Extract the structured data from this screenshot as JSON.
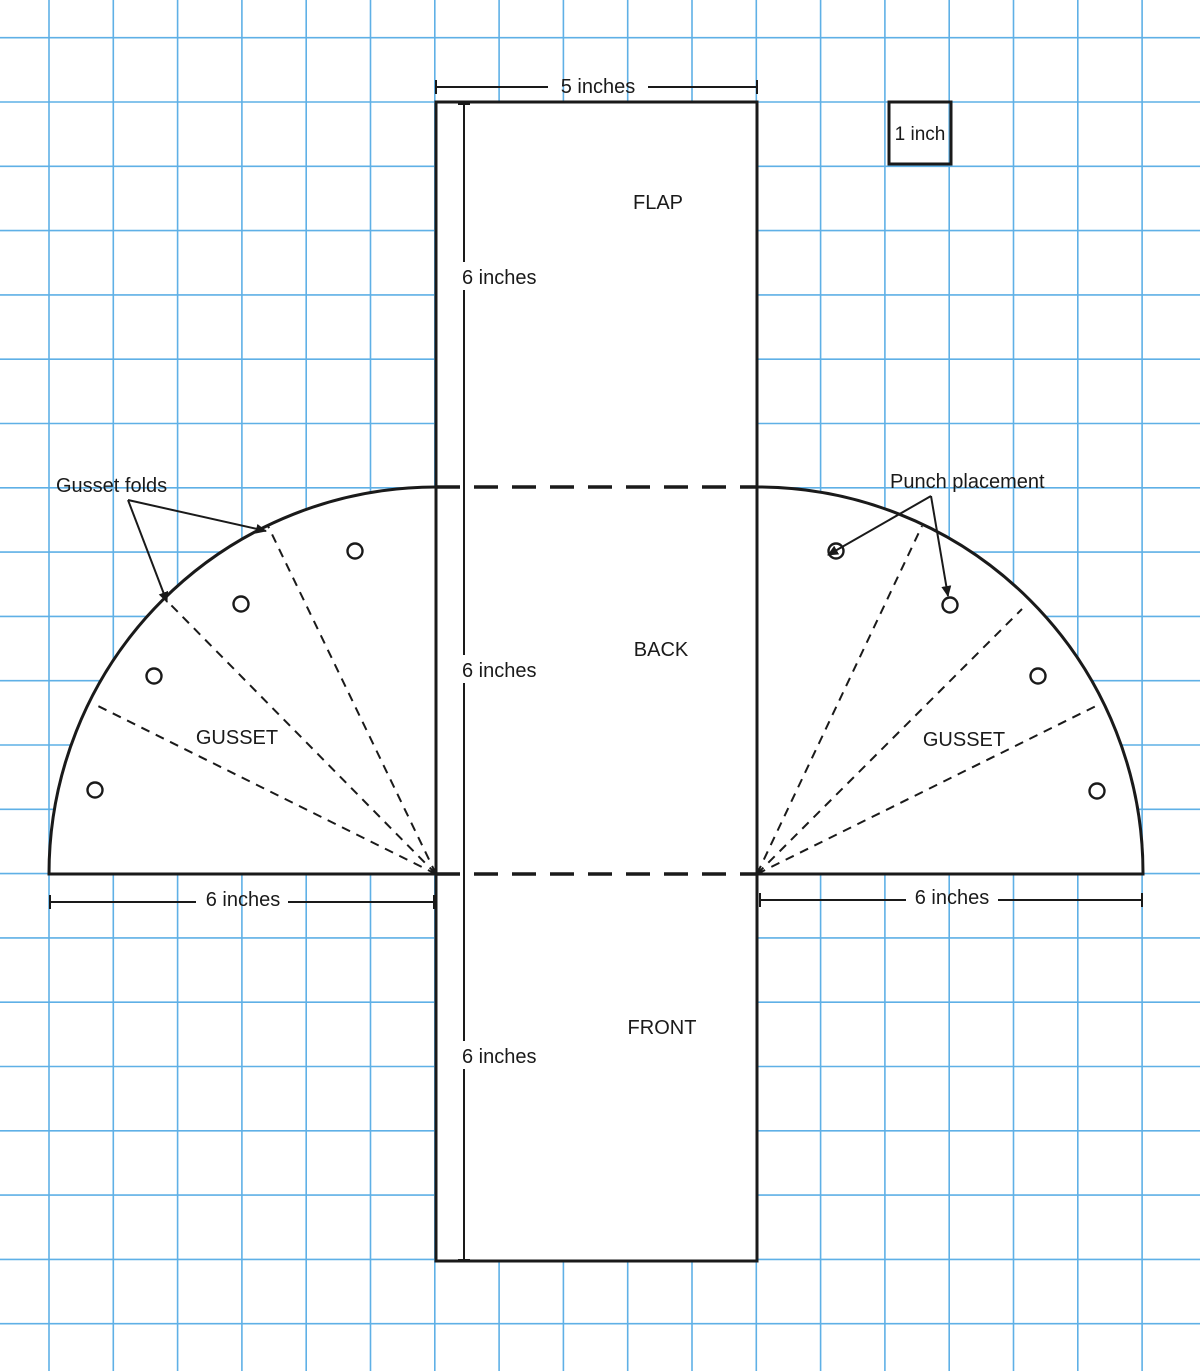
{
  "diagram": {
    "panels": {
      "flap": "FLAP",
      "back": "BACK",
      "front": "FRONT",
      "gusset_left": "GUSSET",
      "gusset_right": "GUSSET"
    },
    "dimensions": {
      "top_width": "5 inches",
      "flap_height": "6 inches",
      "back_height": "6 inches",
      "front_height": "6 inches",
      "left_radius": "6 inches",
      "right_radius": "6 inches",
      "scale_key": "1 inch"
    },
    "callouts": {
      "gusset_folds": "Gusset folds",
      "punch_placement": "Punch placement"
    },
    "colors": {
      "grid": "#5fb0e6",
      "lines": "#1a1a1a"
    }
  }
}
